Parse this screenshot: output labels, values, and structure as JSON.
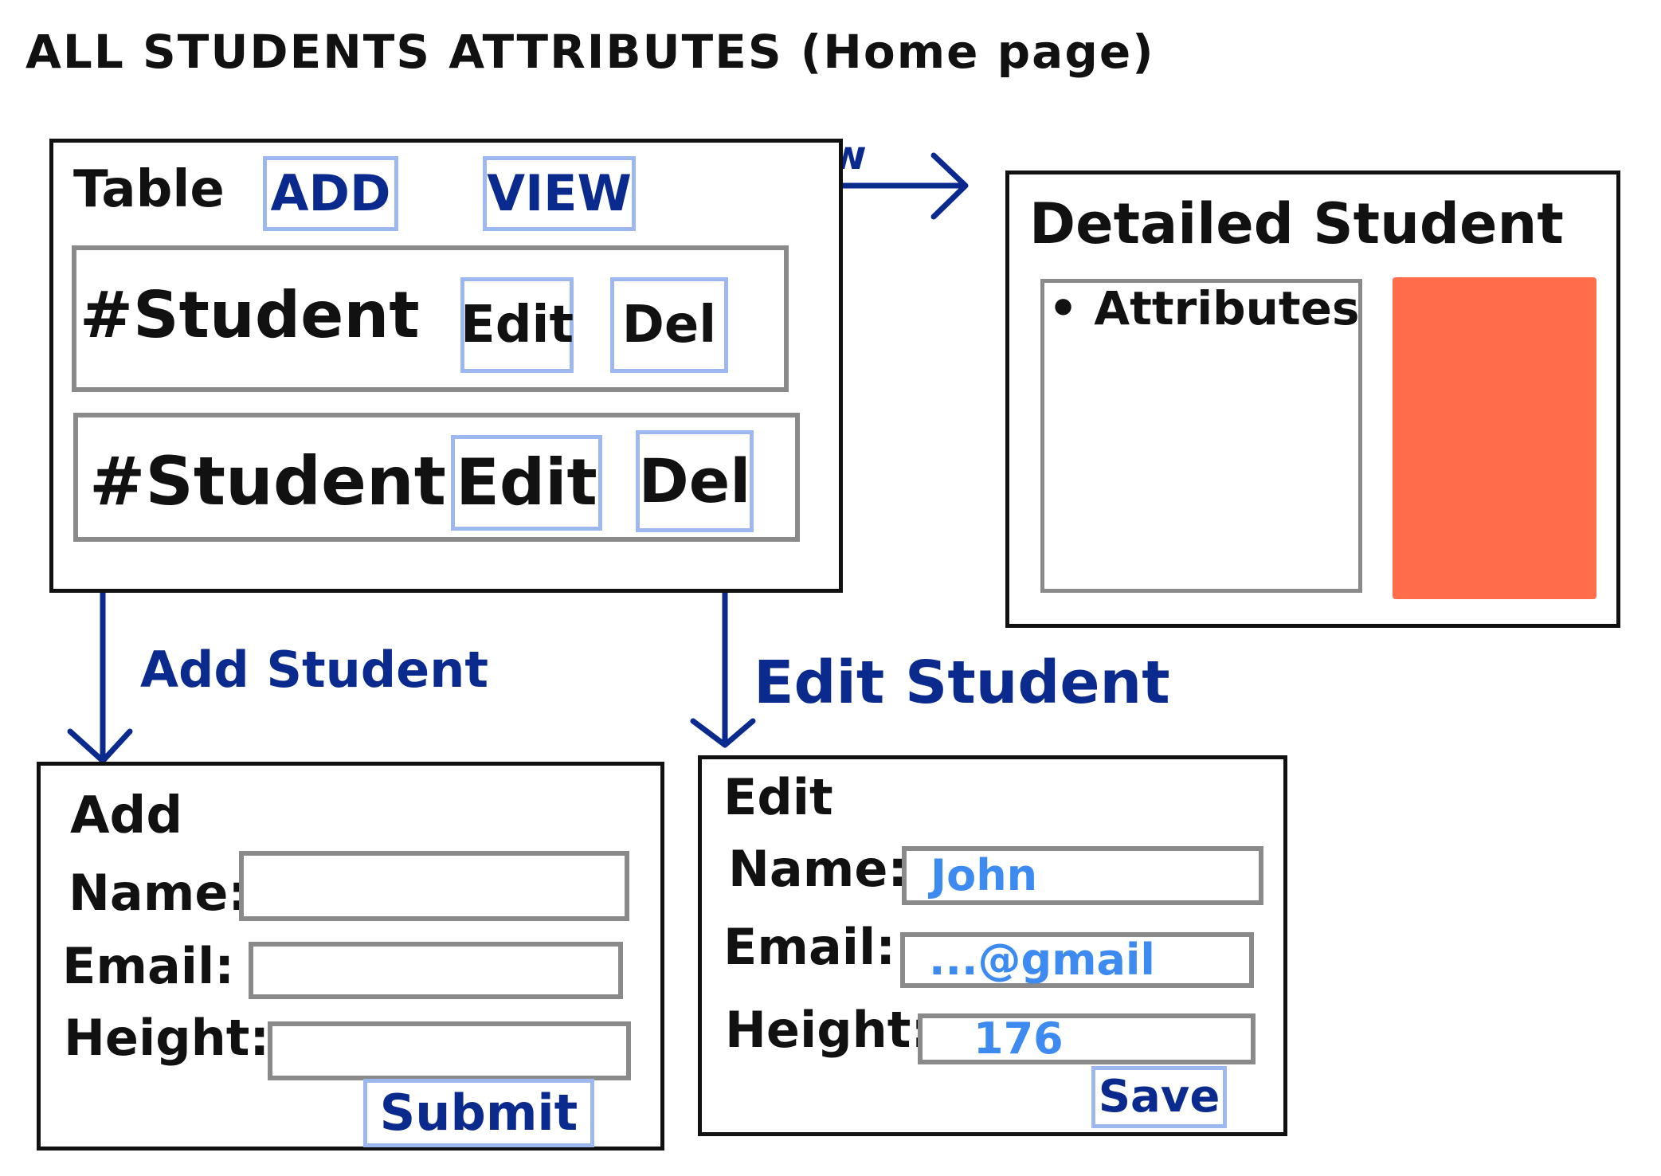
{
  "title": "ALL STUDENTS ATTRIBUTES (Home page)",
  "colors": {
    "ink": "#111111",
    "accent_blue": "#0a2a8e",
    "button_border": "#9db8ef",
    "value_blue": "#3d8af0",
    "image_placeholder": "#ff6d4a"
  },
  "home": {
    "heading": "Table",
    "add_label": "ADD",
    "view_label": "VIEW",
    "rows": [
      {
        "label": "#Student",
        "edit": "Edit",
        "del": "Del"
      },
      {
        "label": "#Student",
        "edit": "Edit",
        "del": "Del"
      }
    ]
  },
  "arrows": {
    "view": "view",
    "add_student": "Add Student",
    "edit_student": "Edit Student"
  },
  "detail": {
    "heading": "Detailed Student",
    "attributes": "• Attributes"
  },
  "add_form": {
    "heading": "Add",
    "name_label": "Name:",
    "email_label": "Email:",
    "height_label": "Height:",
    "submit_label": "Submit"
  },
  "edit_form": {
    "heading": "Edit",
    "name_label": "Name:",
    "email_label": "Email:",
    "height_label": "Height:",
    "name_value": "John",
    "email_value": "...@gmail",
    "height_value": "176",
    "save_label": "Save"
  }
}
